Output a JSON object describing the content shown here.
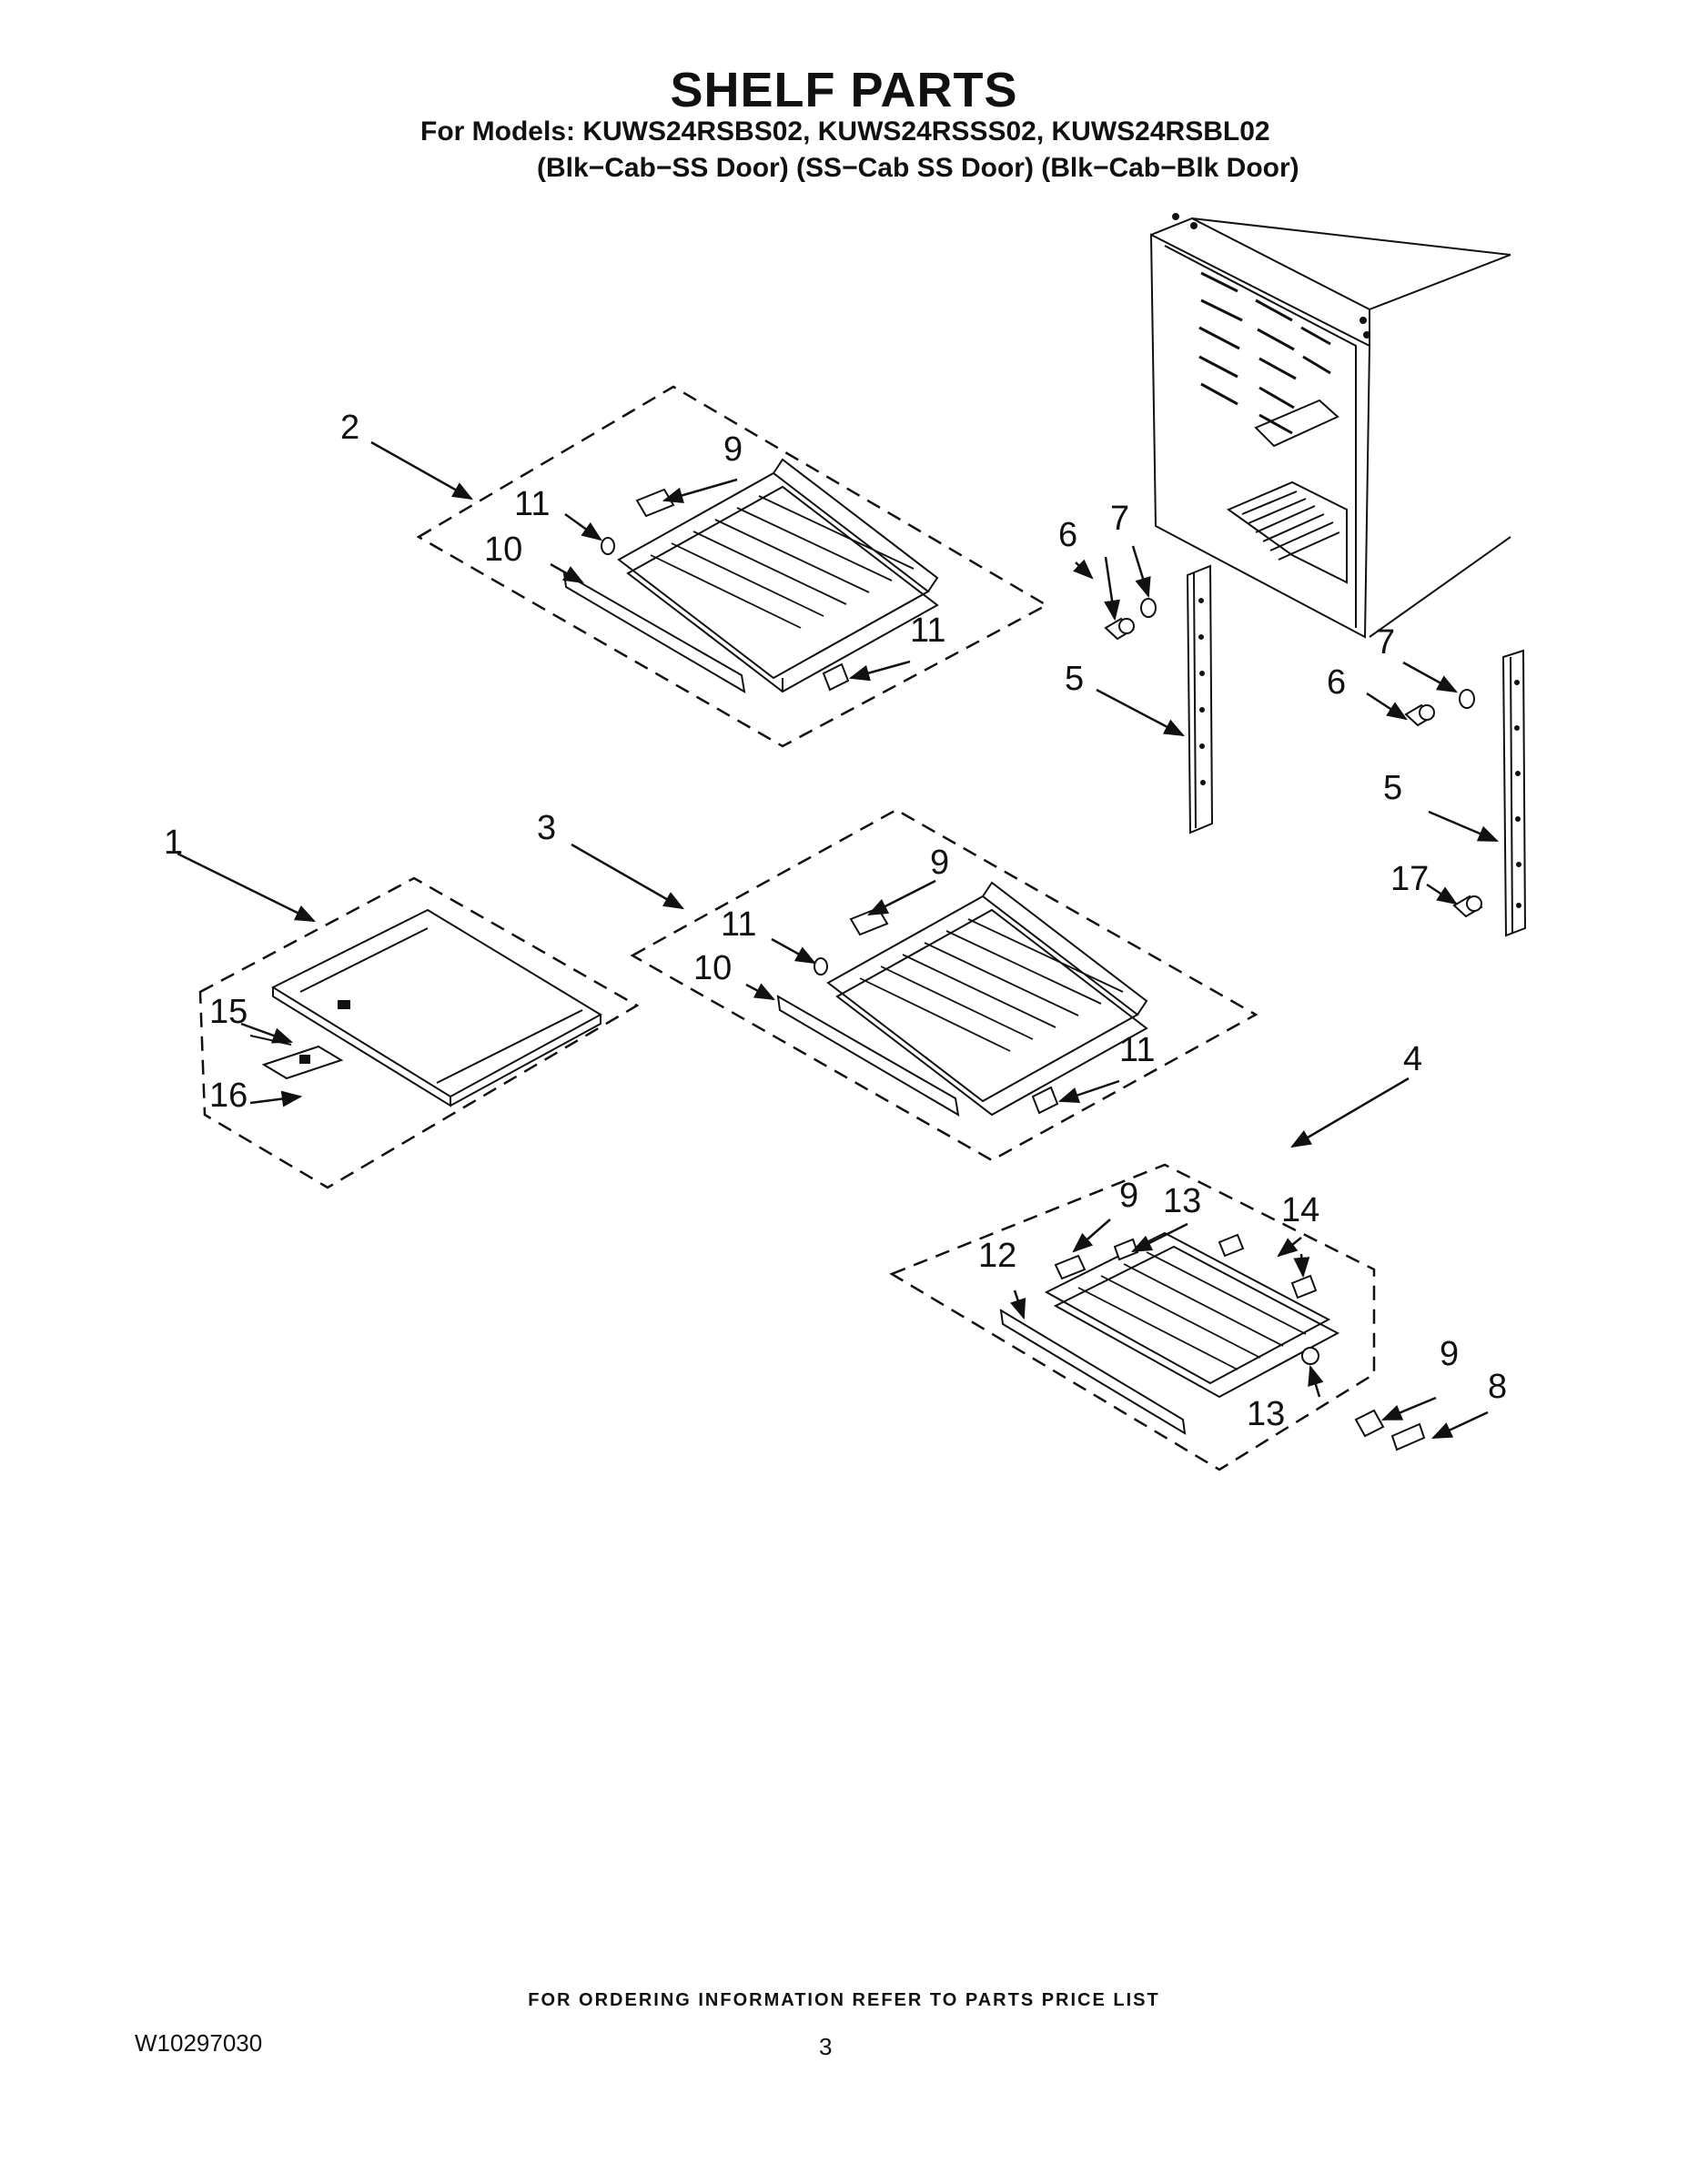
{
  "header": {
    "title": "SHELF PARTS",
    "models_line": "For Models: KUWS24RSBS02, KUWS24RSSS02, KUWS24RSBL02",
    "variants_line": "(Blk−Cab−SS Door)  (SS−Cab SS Door) (Blk−Cab−Blk Door)"
  },
  "callouts": {
    "c1": "1",
    "c2": "2",
    "c3": "3",
    "c4": "4",
    "c5a": "5",
    "c5b": "5",
    "c6a": "6",
    "c6b": "6",
    "c7a": "7",
    "c7b": "7",
    "c8": "8",
    "c9a": "9",
    "c9b": "9",
    "c9c": "9",
    "c9d": "9",
    "c10a": "10",
    "c10b": "10",
    "c11a": "11",
    "c11b": "11",
    "c11c": "11",
    "c11d": "11",
    "c12": "12",
    "c13a": "13",
    "c13b": "13",
    "c14": "14",
    "c15": "15",
    "c16": "16",
    "c17": "17"
  },
  "footer": {
    "note": "FOR ORDERING INFORMATION REFER TO PARTS PRICE LIST",
    "doc_id": "W10297030",
    "page": "3"
  }
}
